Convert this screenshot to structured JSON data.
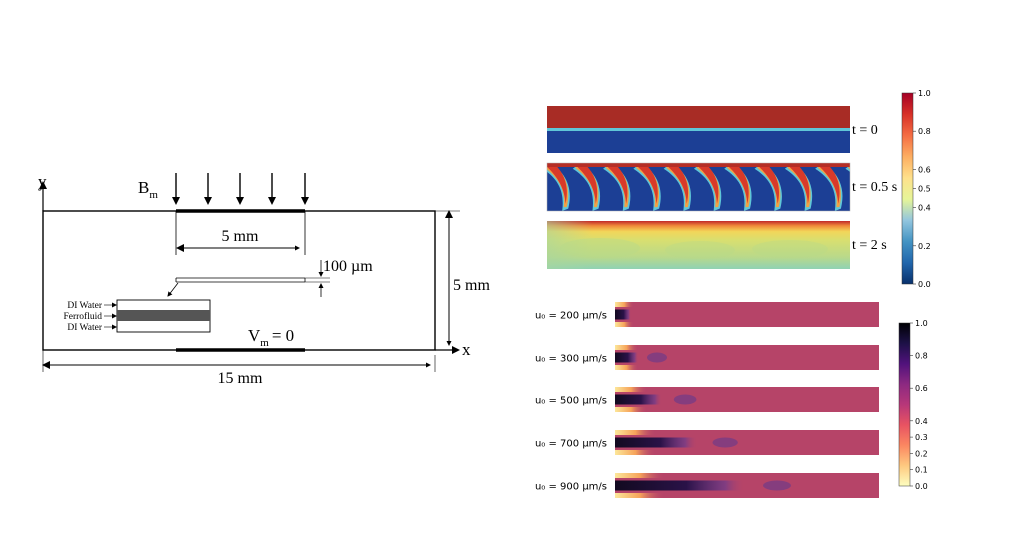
{
  "schematic": {
    "axis_y": "y",
    "axis_x": "x",
    "field_label_main": "B",
    "field_label_sub": "m",
    "width_label": "15 mm",
    "height_label": "5 mm",
    "electrode_label": "5 mm",
    "gap_label": "100 µm",
    "potential_main": "V",
    "potential_sub": "m",
    "potential_value": "= 0",
    "inset_layers": [
      "DI Water",
      "Ferrofluid",
      "DI Water"
    ]
  },
  "top_panel": {
    "time_labels": [
      "t = 0",
      "t = 0.5 s",
      "t = 2 s"
    ],
    "colorbar": {
      "ticks": [
        "1.0",
        "0.8",
        "0.6",
        "0.5",
        "0.4",
        "0.2",
        "0.0"
      ],
      "tick_values": [
        1.0,
        0.8,
        0.6,
        0.5,
        0.4,
        0.2,
        0.0
      ],
      "colors": [
        "#08306b",
        "#2166ac",
        "#4393c3",
        "#92c5de",
        "#e6f598",
        "#fee08b",
        "#fdae61",
        "#f46d43",
        "#d73027",
        "#a50026"
      ]
    },
    "colors": {
      "dark_red": "#a82c25",
      "deep_blue": "#1c3f95",
      "cyan": "#5fc6d8",
      "green_yellow": "#c8d96a",
      "teal_green": "#8fd0b0"
    }
  },
  "bottom_panel": {
    "velocity_labels": [
      "u₀ = 200 µm/s",
      "u₀ = 300 µm/s",
      "u₀ = 500 µm/s",
      "u₀ = 700 µm/s",
      "u₀ = 900 µm/s"
    ],
    "velocities": [
      200,
      300,
      500,
      700,
      900
    ],
    "colorbar": {
      "ticks": [
        "1.0",
        "0.8",
        "0.6",
        "0.4",
        "0.3",
        "0.2",
        "0.1",
        "0.0"
      ],
      "tick_values": [
        1.0,
        0.8,
        0.6,
        0.4,
        0.3,
        0.2,
        0.1,
        0.0
      ],
      "colors": [
        "#fdfec0",
        "#fec980",
        "#fb8761",
        "#e85362",
        "#b73779",
        "#8c2981",
        "#51127c",
        "#1d1147",
        "#000004"
      ]
    },
    "colors": {
      "magenta_bg": "#b64468",
      "dark": "#1a0c2c",
      "purple": "#6b3a8a",
      "yellow": "#f6c85b"
    }
  }
}
